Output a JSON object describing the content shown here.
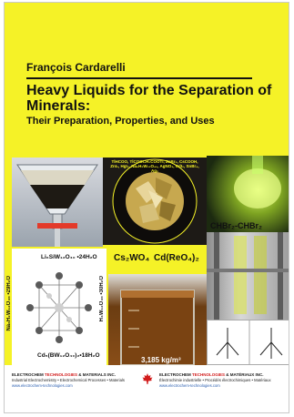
{
  "book": {
    "author": "François Cardarelli",
    "title": "Heavy Liquids for the Separation of Minerals:",
    "subtitle": "Their Preparation, Properties, and Uses"
  },
  "labels": {
    "chbr": "CHBr₂-CHBr₂",
    "cswo": "Cs₂WO₄",
    "cdreo": "Cd(ReO₄)₂",
    "lisi": "Li₆SiW₁₂O₄₀ •24H₂O",
    "nah": "Na₆H₂W₁₂O₄₀ •29H₂O",
    "hwo": "H₄W₁₂O₄₀ •30H₂O",
    "cdbw": "Cd₅(BW₁₂O₄₀)₂•18H₂O",
    "density_value": "3,185",
    "density_unit": "kg/m³",
    "circle_text": "TlHCOO, TlCOOCH₂COOTl, ZnBr₂, CsCOOH, ZnI₂, HgI₂, Na₆H₂W₁₂O₄₀, AgNO₃, CdI₂, SnBr₄, Ag₂"
  },
  "footer": {
    "left": {
      "name_a": "ELECTROCHEM",
      "name_b": "TECHNOLOGIES",
      "name_c": " & MATERIALS INC.",
      "line": "Industrial Electrochemistry • Electrochemical Processes • Materials",
      "url": "www.electrochem-technologies.com"
    },
    "right": {
      "name_a": "ELECTROCHEM",
      "name_b": "TECHNOLOGIES",
      "name_c": " & MATÉRIAUX INC.",
      "line": "Électrochimie industrielle • Procédés électrochimiques • Matériaux",
      "url": "www.electrochem-technologies.com"
    }
  },
  "colors": {
    "cover": "#f5f227",
    "red": "#d21c1c"
  },
  "icons": [
    "maple-leaf-icon"
  ]
}
